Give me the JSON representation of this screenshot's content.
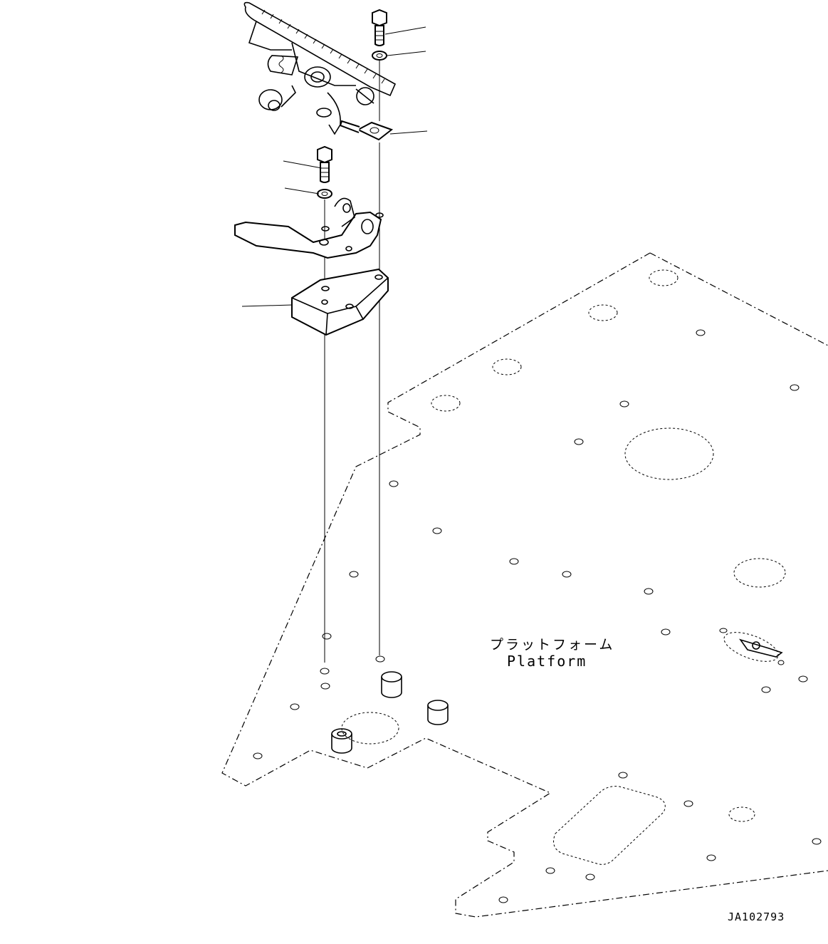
{
  "diagram": {
    "platform_label_jp": "プラットフォーム",
    "platform_label_en": "Platform",
    "figure_code": "JA102793"
  }
}
